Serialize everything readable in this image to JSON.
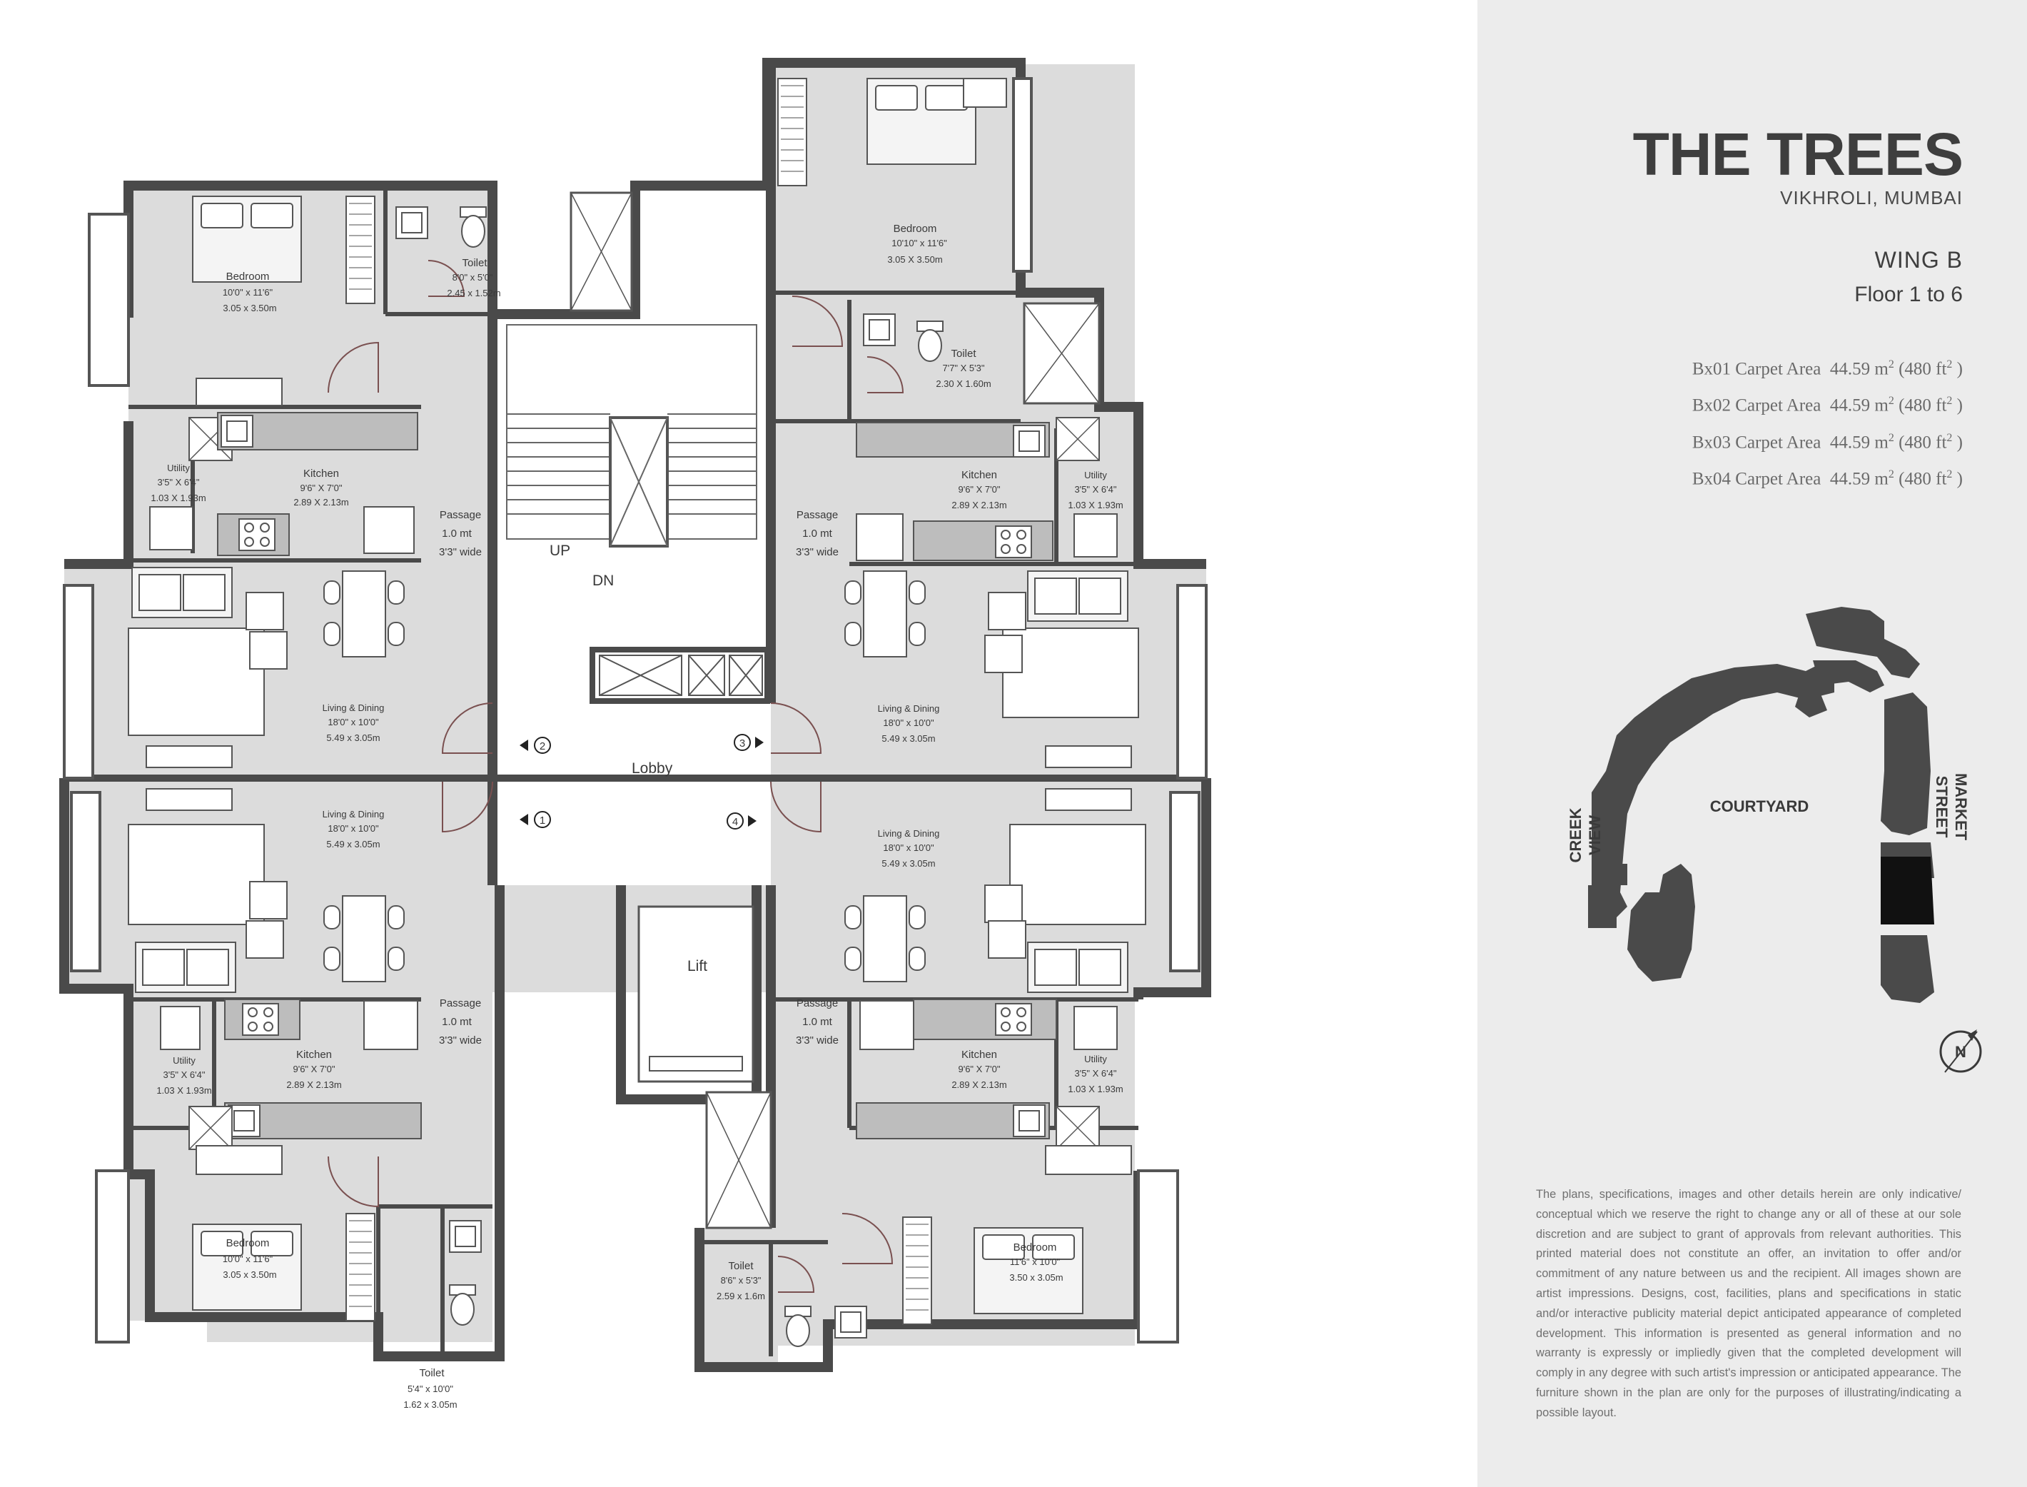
{
  "project": {
    "name": "THE TREES",
    "location": "VIKHROLI, MUMBAI"
  },
  "wing": "WING B",
  "floors": "Floor 1 to 6",
  "units": [
    {
      "unit": "Bx01",
      "label": "Carpet Area",
      "sqm": "44.59 m",
      "sqft": "(480 ft",
      "sup": "2",
      "close": " )"
    },
    {
      "unit": "Bx02",
      "label": "Carpet Area",
      "sqm": "44.59 m",
      "sqft": "(480 ft",
      "sup": "2",
      "close": " )"
    },
    {
      "unit": "Bx03",
      "label": "Carpet Area",
      "sqm": "44.59 m",
      "sqft": "(480 ft",
      "sup": "2",
      "close": " )"
    },
    {
      "unit": "Bx04",
      "label": "Carpet Area",
      "sqm": "44.59 m",
      "sqft": "(480 ft",
      "sup": "2",
      "close": " )"
    }
  ],
  "key_plan": {
    "left_label_1": "CREEK",
    "left_label_2": "VIEW",
    "center_label": "COURTYARD",
    "right_label_1": "MARKET",
    "right_label_2": "STREET",
    "north": "N"
  },
  "disclaimer": "The plans, specifications, images and other details herein are only indicative/ conceptual which we reserve the right to change any or all of these at our sole discretion and are subject to grant of approvals from relevant authorities. This printed material does not constitute an offer, an invitation to offer and/or commitment of any nature between us and the recipient. All images shown are artist impressions. Designs, cost, facilities, plans and specifications in static and/or interactive publicity material depict anticipated appearance of completed development. This information is presented as general information and no warranty is expressly or impliedly given that the completed development will comply in any degree with such artist's impression or anticipated appearance. The furniture shown in the plan are only for the purposes of illustrating/indicating a possible layout.",
  "plan": {
    "core": {
      "up": "UP",
      "dn": "DN",
      "lobby": "Lobby",
      "lift": "Lift"
    },
    "units": {
      "u1": "1",
      "u2": "2",
      "u3": "3",
      "u4": "4"
    },
    "rooms": {
      "tl_bed": {
        "name": "Bedroom",
        "d1": "10'0\" x 11'6\"",
        "d2": "3.05 x 3.50m"
      },
      "tl_toilet": {
        "name": "Toilet",
        "d1": "8'0\" x 5'0\"",
        "d2": "2.45 x 1.52m"
      },
      "tl_kitchen": {
        "name": "Kitchen",
        "d1": "9'6\" X 7'0\"",
        "d2": "2.89 X 2.13m"
      },
      "tl_utility": {
        "name": "Utility",
        "d1": "3'5\" X 6'4\"",
        "d2": "1.03 X 1.93m"
      },
      "tl_passage": {
        "name": "Passage",
        "d1": "1.0 mt",
        "d2": "3'3\" wide"
      },
      "tl_living": {
        "name": "Living & Dining",
        "d1": "18'0\" x 10'0\"",
        "d2": "5.49 x 3.05m"
      },
      "tr_bed": {
        "name": "Bedroom",
        "d1": "10'10\" x 11'6\"",
        "d2": "3.05 X 3.50m"
      },
      "tr_toilet": {
        "name": "Toilet",
        "d1": "7'7\" X 5'3\"",
        "d2": "2.30 X 1.60m"
      },
      "tr_kitchen": {
        "name": "Kitchen",
        "d1": "9'6\" X 7'0\"",
        "d2": "2.89 X 2.13m"
      },
      "tr_utility": {
        "name": "Utility",
        "d1": "3'5\" X 6'4\"",
        "d2": "1.03 X 1.93m"
      },
      "tr_passage": {
        "name": "Passage",
        "d1": "1.0 mt",
        "d2": "3'3\" wide"
      },
      "tr_living": {
        "name": "Living & Dining",
        "d1": "18'0\" x 10'0\"",
        "d2": "5.49 x 3.05m"
      },
      "bl_living": {
        "name": "Living & Dining",
        "d1": "18'0\" x 10'0\"",
        "d2": "5.49 x 3.05m"
      },
      "bl_passage": {
        "name": "Passage",
        "d1": "1.0 mt",
        "d2": "3'3\" wide"
      },
      "bl_kitchen": {
        "name": "Kitchen",
        "d1": "9'6\" X 7'0\"",
        "d2": "2.89 X 2.13m"
      },
      "bl_utility": {
        "name": "Utility",
        "d1": "3'5\" X 6'4\"",
        "d2": "1.03 X 1.93m"
      },
      "bl_bed": {
        "name": "Bedroom",
        "d1": "10'0\" x 11'6\"",
        "d2": "3.05 x 3.50m"
      },
      "bl_toilet": {
        "name": "Toilet",
        "d1": "5'4\" x 10'0\"",
        "d2": "1.62 x 3.05m"
      },
      "br_living": {
        "name": "Living & Dining",
        "d1": "18'0\" x 10'0\"",
        "d2": "5.49 x 3.05m"
      },
      "br_passage": {
        "name": "Passage",
        "d1": "1.0 mt",
        "d2": "3'3\" wide"
      },
      "br_kitchen": {
        "name": "Kitchen",
        "d1": "9'6\" X 7'0\"",
        "d2": "2.89 X 2.13m"
      },
      "br_utility": {
        "name": "Utility",
        "d1": "3'5\" X 6'4\"",
        "d2": "1.03 X 1.93m"
      },
      "br_bed": {
        "name": "Bedroom",
        "d1": "11'6\" x 10'0\"",
        "d2": "3.50 x 3.05m"
      },
      "br_toilet": {
        "name": "Toilet",
        "d1": "8'6\" x 5'3\"",
        "d2": "2.59 x 1.6m"
      }
    }
  },
  "colors": {
    "wall": "#4a4a4a",
    "floor": "#dcdcdc",
    "panel": "#ececec",
    "highlight": "#111111"
  }
}
